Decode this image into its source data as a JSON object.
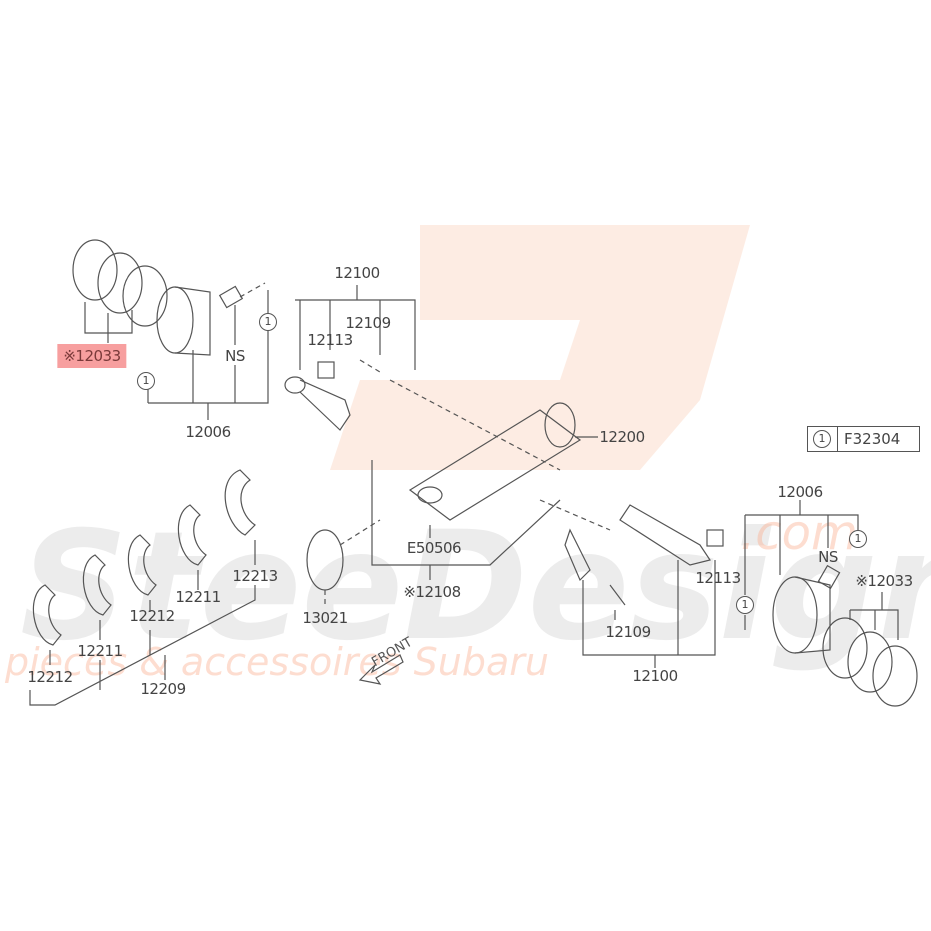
{
  "watermark": {
    "brand": "SteeDesign",
    "tagline": "pieces & accessoires Subaru",
    "domain": ".com"
  },
  "colors": {
    "highlight": "#f38b8b",
    "watermark_orange": "#f9c8b0",
    "line": "#555555"
  },
  "reference": {
    "marker": "1",
    "code": "F32304"
  },
  "markers": [
    "1",
    "1",
    "1",
    "1"
  ],
  "labels": {
    "ring_set_left": "※12033",
    "piston_left": "12006",
    "ns_left": "NS",
    "conrod_top": "12100",
    "bushing_top": "12113",
    "bolt_top": "12109",
    "crankshaft": "12200",
    "piston_right": "12006",
    "ns_right": "NS",
    "ring_set_right": "※12033",
    "bushing_right": "12113",
    "bolt_right": "12109",
    "conrod_bottom": "12100",
    "plug": "E50506",
    "crank_assy": "※12108",
    "sprocket": "13021",
    "bearing_12213": "12213",
    "bearing_12211_a": "12211",
    "bearing_12212_a": "12212",
    "bearing_12211_b": "12211",
    "bearing_12212_b": "12212",
    "bearing_set": "12209",
    "front_arrow": "FRONT"
  }
}
